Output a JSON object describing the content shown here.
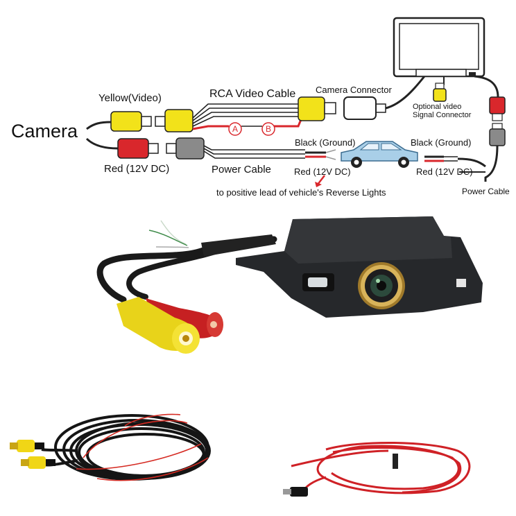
{
  "diagram": {
    "camera_label": "Camera",
    "yellow_label": "Yellow(Video)",
    "red_label": "Red (12V DC)",
    "rca_cable_label": "RCA Video Cable",
    "camera_connector_label": "Camera Connector",
    "optional_connector_label_line1": "Optional video",
    "optional_connector_label_line2": "Signal Connector",
    "marker_a": "A",
    "marker_b": "B",
    "power_cable_label": "Power Cable",
    "black_ground_left": "Black (Ground)",
    "red_12v_left": "Red (12V DC)",
    "black_ground_right": "Black (Ground)",
    "red_12v_right": "Red (12V DC)",
    "reverse_lights_note": "to positive lead of vehicle's Reverse Lights",
    "power_cable_right_label": "Power Cable"
  },
  "colors": {
    "yellow": "#f2e21a",
    "red": "#d9272c",
    "gray": "#8a8a8a",
    "car": "#a9cfe8"
  },
  "products": [
    "rear-view-camera",
    "rca-video-cable",
    "power-cable"
  ]
}
